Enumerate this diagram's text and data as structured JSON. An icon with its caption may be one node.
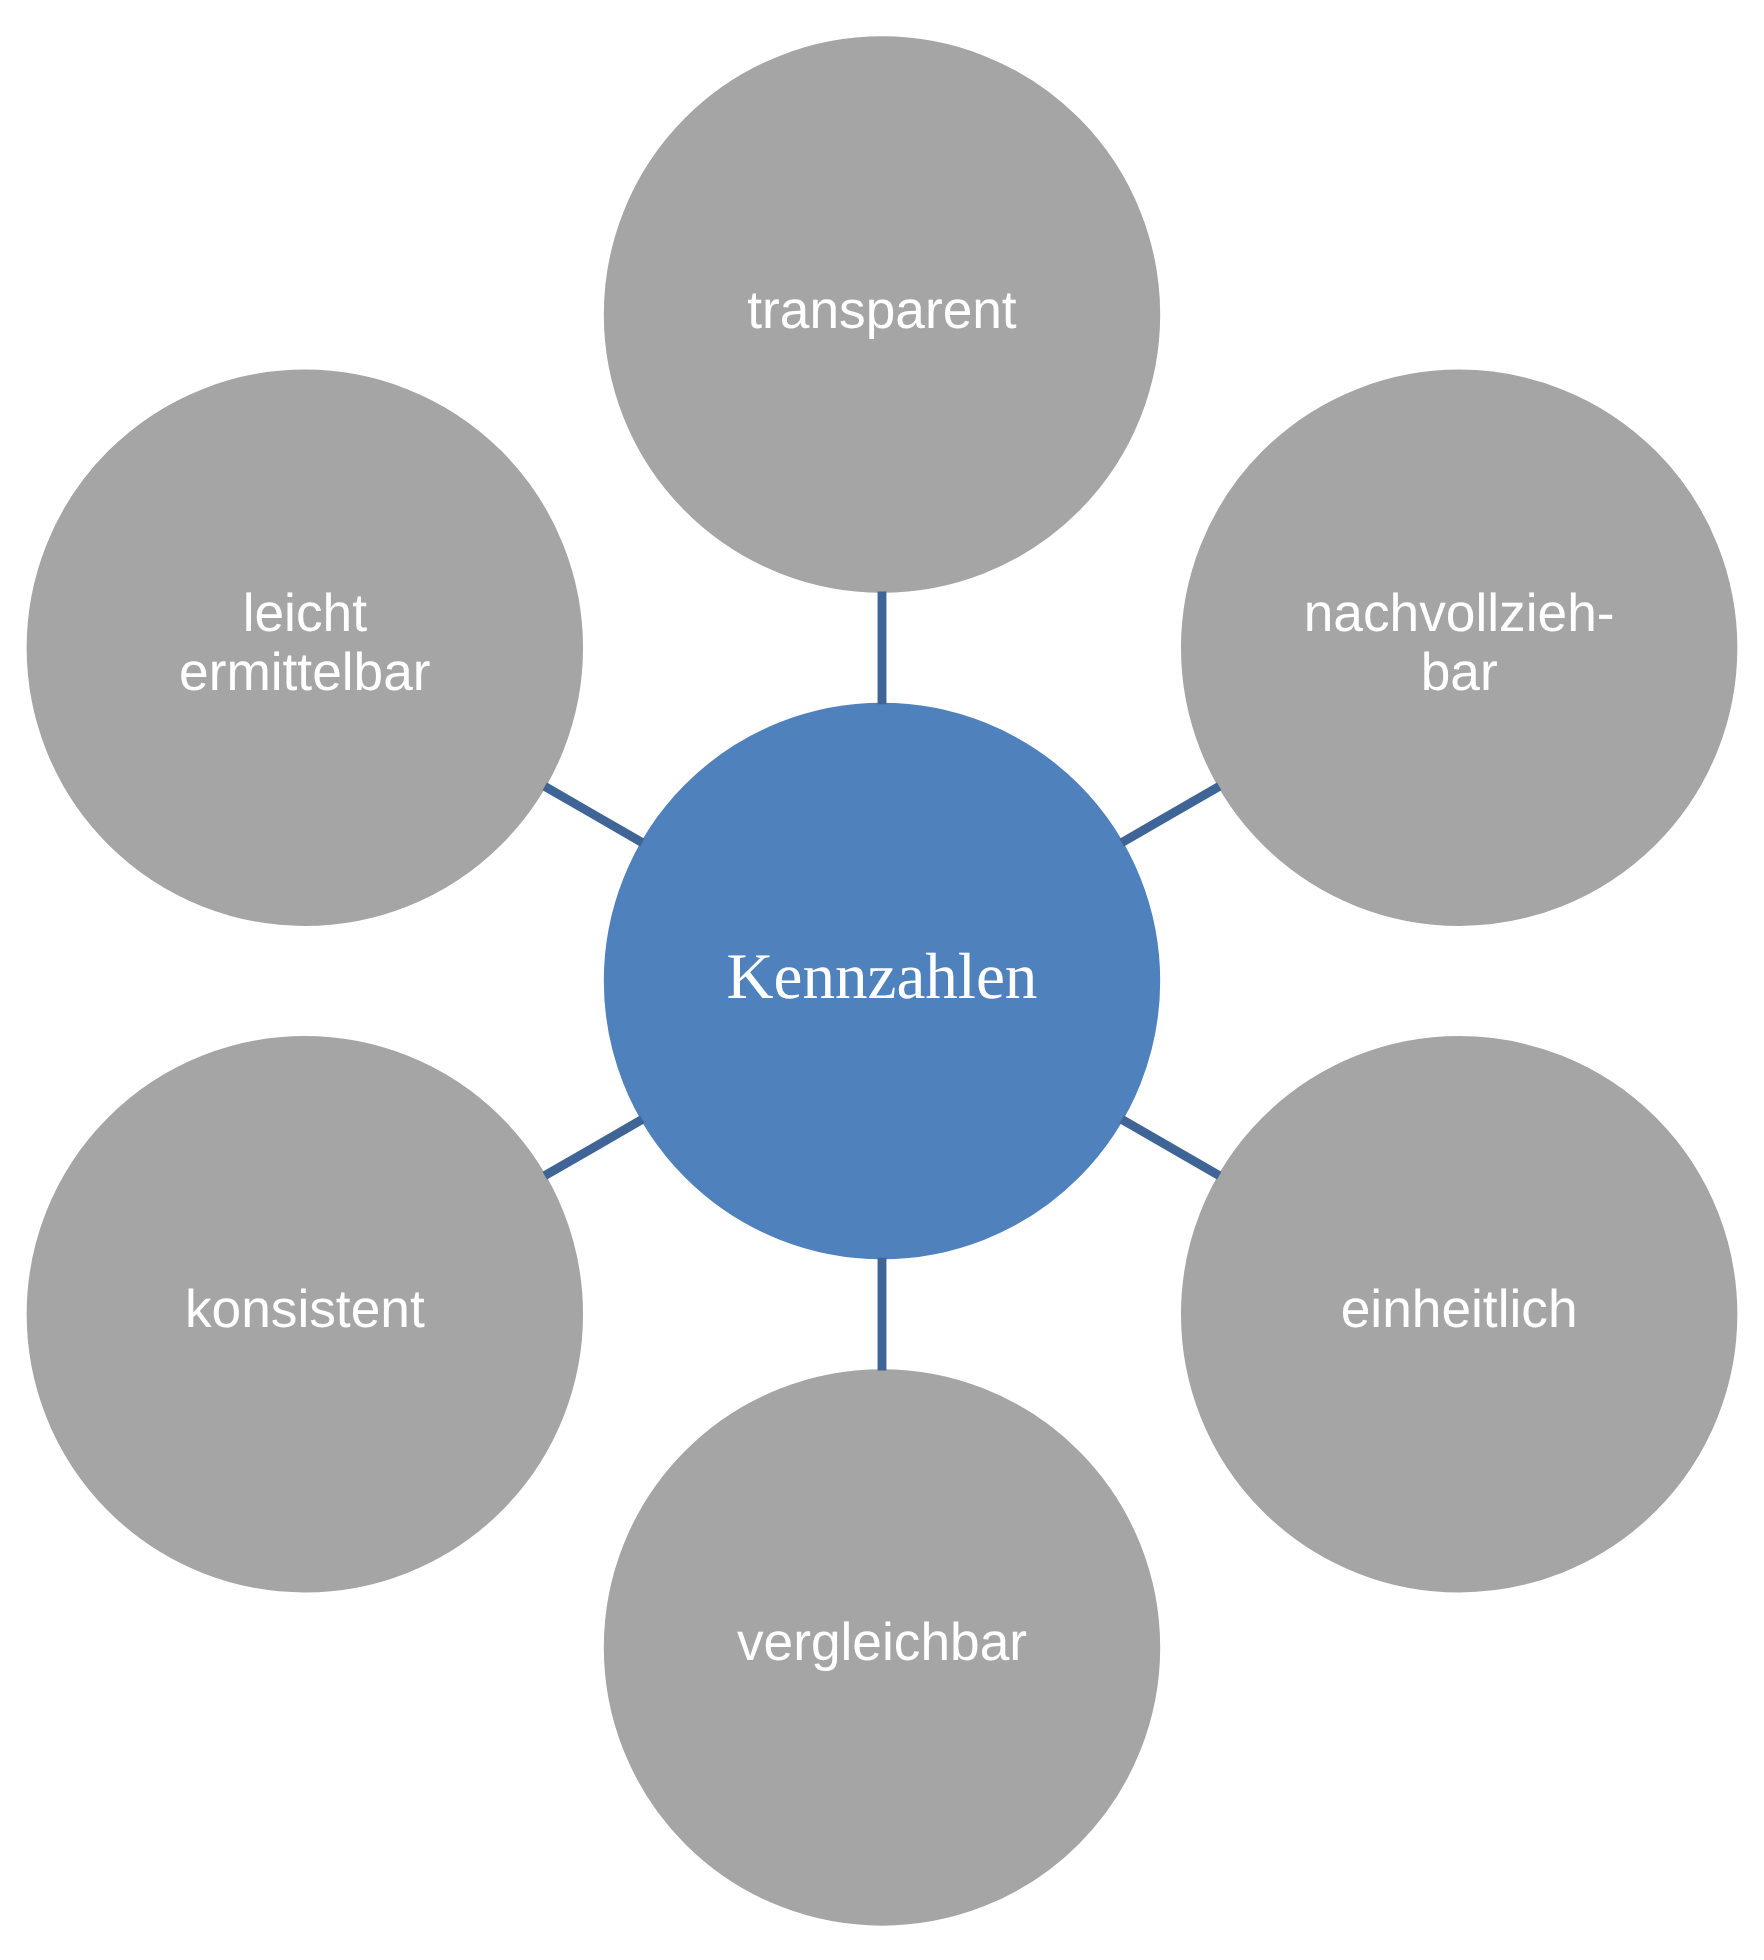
{
  "diagram": {
    "nodes": [
      {
        "text": [
          "Kennzahlen"
        ]
      },
      {
        "text": [
          "nachvollzieh- bar"
        ]
      },
      {
        "text": [
          "transparent"
        ]
      },
      {
        "text": [
          "leicht ermittelbar"
        ]
      },
      {
        "text": [
          "konsistent"
        ]
      },
      {
        "text": [
          "vergleichbar"
        ]
      },
      {
        "text": [
          "einheitlich"
        ]
      }
    ],
    "edges": [
      {
        "from": 0,
        "to": 1,
        "arrow": "none"
      },
      {
        "from": 0,
        "to": 2,
        "arrow": "none"
      },
      {
        "from": 0,
        "to": 3,
        "arrow": "none"
      },
      {
        "from": 0,
        "to": 4,
        "arrow": "none"
      },
      {
        "from": 0,
        "to": 5,
        "arrow": "none"
      },
      {
        "from": 0,
        "to": 6,
        "arrow": "none"
      }
    ]
  }
}
